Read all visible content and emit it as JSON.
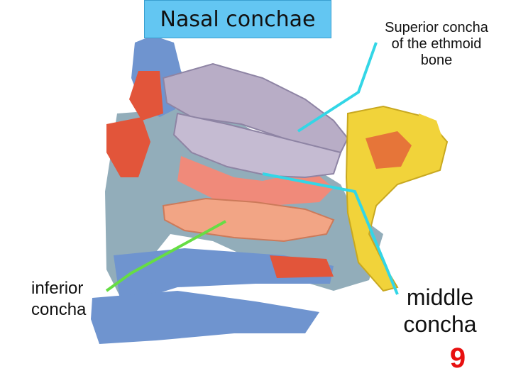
{
  "title": "Nasal conchae",
  "labels": {
    "superior": [
      "Superior concha",
      "of the ethmoid",
      "bone"
    ],
    "inferior": [
      "inferior",
      "concha"
    ],
    "middle": [
      "middle",
      "concha"
    ]
  },
  "page_number": "9",
  "colors": {
    "title_bg": "#63c6f2",
    "pointer_superior": "#33d6e6",
    "pointer_middle": "#33d6e6",
    "pointer_inferior": "#66dd44",
    "page_number": "#e81010"
  }
}
